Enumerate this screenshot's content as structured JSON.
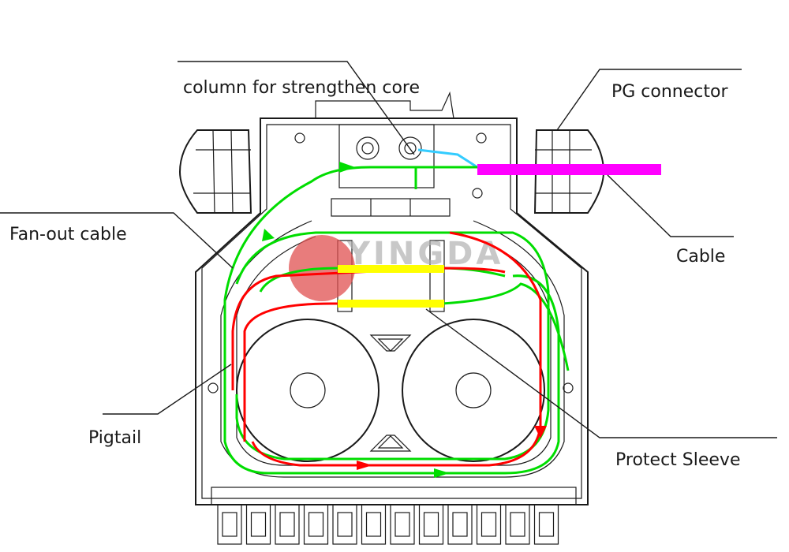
{
  "labels": {
    "column": "column for strengthen core",
    "pg_connector": "PG connector",
    "fan_out": "Fan-out cable",
    "cable": "Cable",
    "pigtail": "Pigtail",
    "protect_sleeve": "Protect Sleeve"
  },
  "watermark": "YINGDA",
  "colors": {
    "cable": "#ff00ff",
    "strength_core": "#33ccff",
    "fiber_green": "#00dd00",
    "fiber_red": "#ff0000",
    "sleeve": "#ffff00",
    "watermark_circle": "#e05050"
  }
}
